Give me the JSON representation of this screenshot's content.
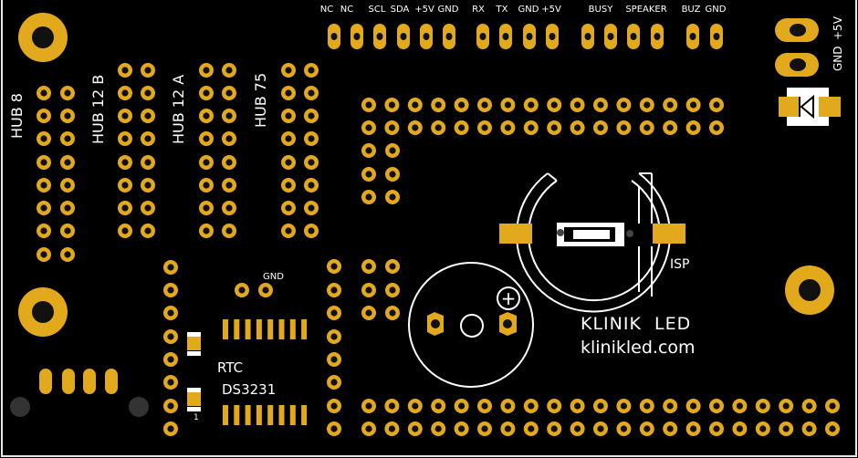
{
  "colors": {
    "board": "#000000",
    "pad": "#e3a91c",
    "silkscreen": "#ffffff",
    "hole": "#111111",
    "via": "#333333"
  },
  "top_header": {
    "labels": [
      "NC",
      "NC",
      "SCL",
      "SDA",
      "+5V",
      "GND",
      "RX",
      "TX",
      "GND",
      "+5V",
      "BUSY",
      "SPEAKER",
      "BUZ",
      "GND"
    ]
  },
  "power": {
    "gnd": "GND",
    "plus5v": "+5V"
  },
  "hubs": {
    "hub8": "HUB 8",
    "hub12b": "HUB 12 B",
    "hub12a": "HUB 12 A",
    "hub75": "HUB 75"
  },
  "rtc": {
    "gnd": "GND",
    "label": "RTC",
    "chip": "DS3231",
    "pin1": "1"
  },
  "battery": {
    "isp": "ISP"
  },
  "buzzer": {
    "plus": "+"
  },
  "brand": {
    "name": "KLINIK  LED",
    "url": "klinikled.com"
  }
}
